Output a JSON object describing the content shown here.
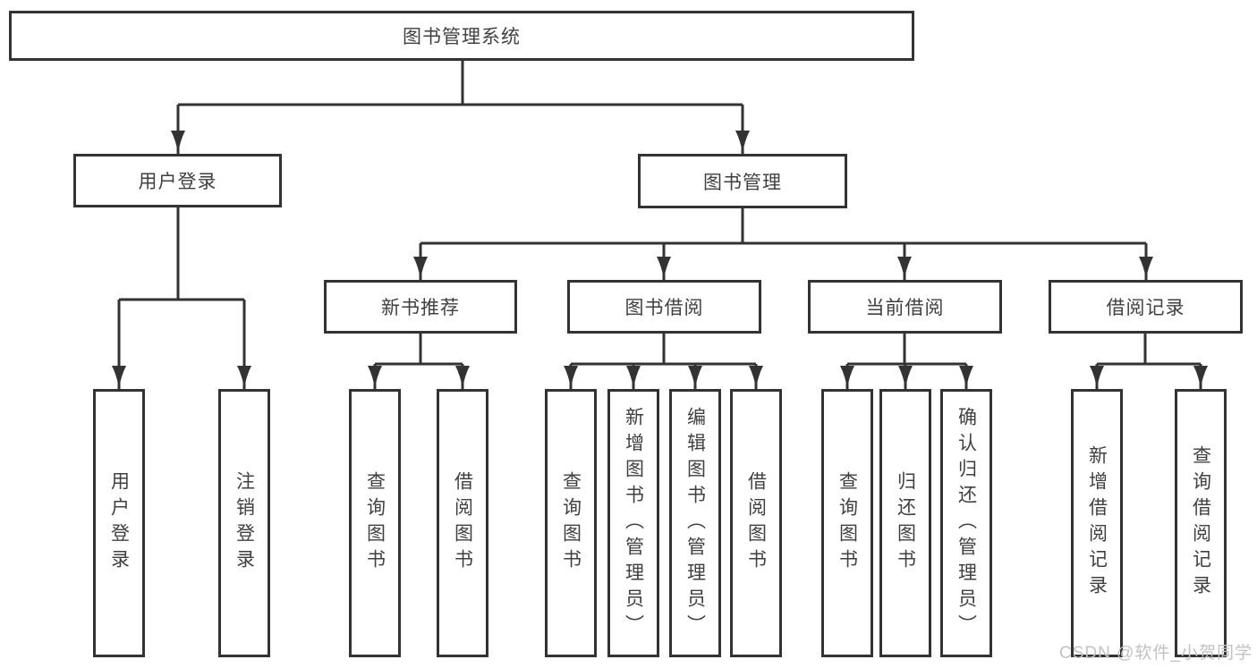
{
  "diagram": {
    "title": "图书管理系统",
    "level2": [
      {
        "id": "user-login",
        "label": "用户登录"
      },
      {
        "id": "book-management",
        "label": "图书管理"
      }
    ],
    "level3": [
      {
        "id": "new-book-recommend",
        "label": "新书推荐",
        "parent": "图书管理"
      },
      {
        "id": "book-borrow",
        "label": "图书借阅",
        "parent": "图书管理"
      },
      {
        "id": "current-borrow",
        "label": "当前借阅",
        "parent": "图书管理"
      },
      {
        "id": "borrow-record",
        "label": "借阅记录",
        "parent": "图书管理"
      }
    ],
    "leaves": [
      {
        "id": "leaf-user-login",
        "label": "用户登录",
        "parent": "用户登录"
      },
      {
        "id": "leaf-logout",
        "label": "注销登录",
        "parent": "用户登录"
      },
      {
        "id": "leaf-query-book-1",
        "label": "查询图书",
        "parent": "新书推荐"
      },
      {
        "id": "leaf-borrow-book-1",
        "label": "借阅图书",
        "parent": "新书推荐"
      },
      {
        "id": "leaf-query-book-2",
        "label": "查询图书",
        "parent": "图书借阅"
      },
      {
        "id": "leaf-add-book-admin",
        "label": "新增图书（管理员）",
        "parent": "图书借阅"
      },
      {
        "id": "leaf-edit-book-admin",
        "label": "编辑图书（管理员）",
        "parent": "图书借阅"
      },
      {
        "id": "leaf-borrow-book-2",
        "label": "借阅图书",
        "parent": "图书借阅"
      },
      {
        "id": "leaf-query-book-3",
        "label": "查询图书",
        "parent": "当前借阅"
      },
      {
        "id": "leaf-return-book",
        "label": "归还图书",
        "parent": "当前借阅"
      },
      {
        "id": "leaf-confirm-return-admin",
        "label": "确认归还（管理员）",
        "parent": "当前借阅"
      },
      {
        "id": "leaf-add-borrow-record",
        "label": "新增借阅记录",
        "parent": "借阅记录"
      },
      {
        "id": "leaf-query-borrow-record",
        "label": "查询借阅记录",
        "parent": "借阅记录"
      }
    ],
    "colors": {
      "line": "#333333",
      "text": "#404040",
      "background": "#ffffff",
      "watermark": "#c2c2c2"
    }
  },
  "watermark": "CSDN @软件_小贺同学"
}
